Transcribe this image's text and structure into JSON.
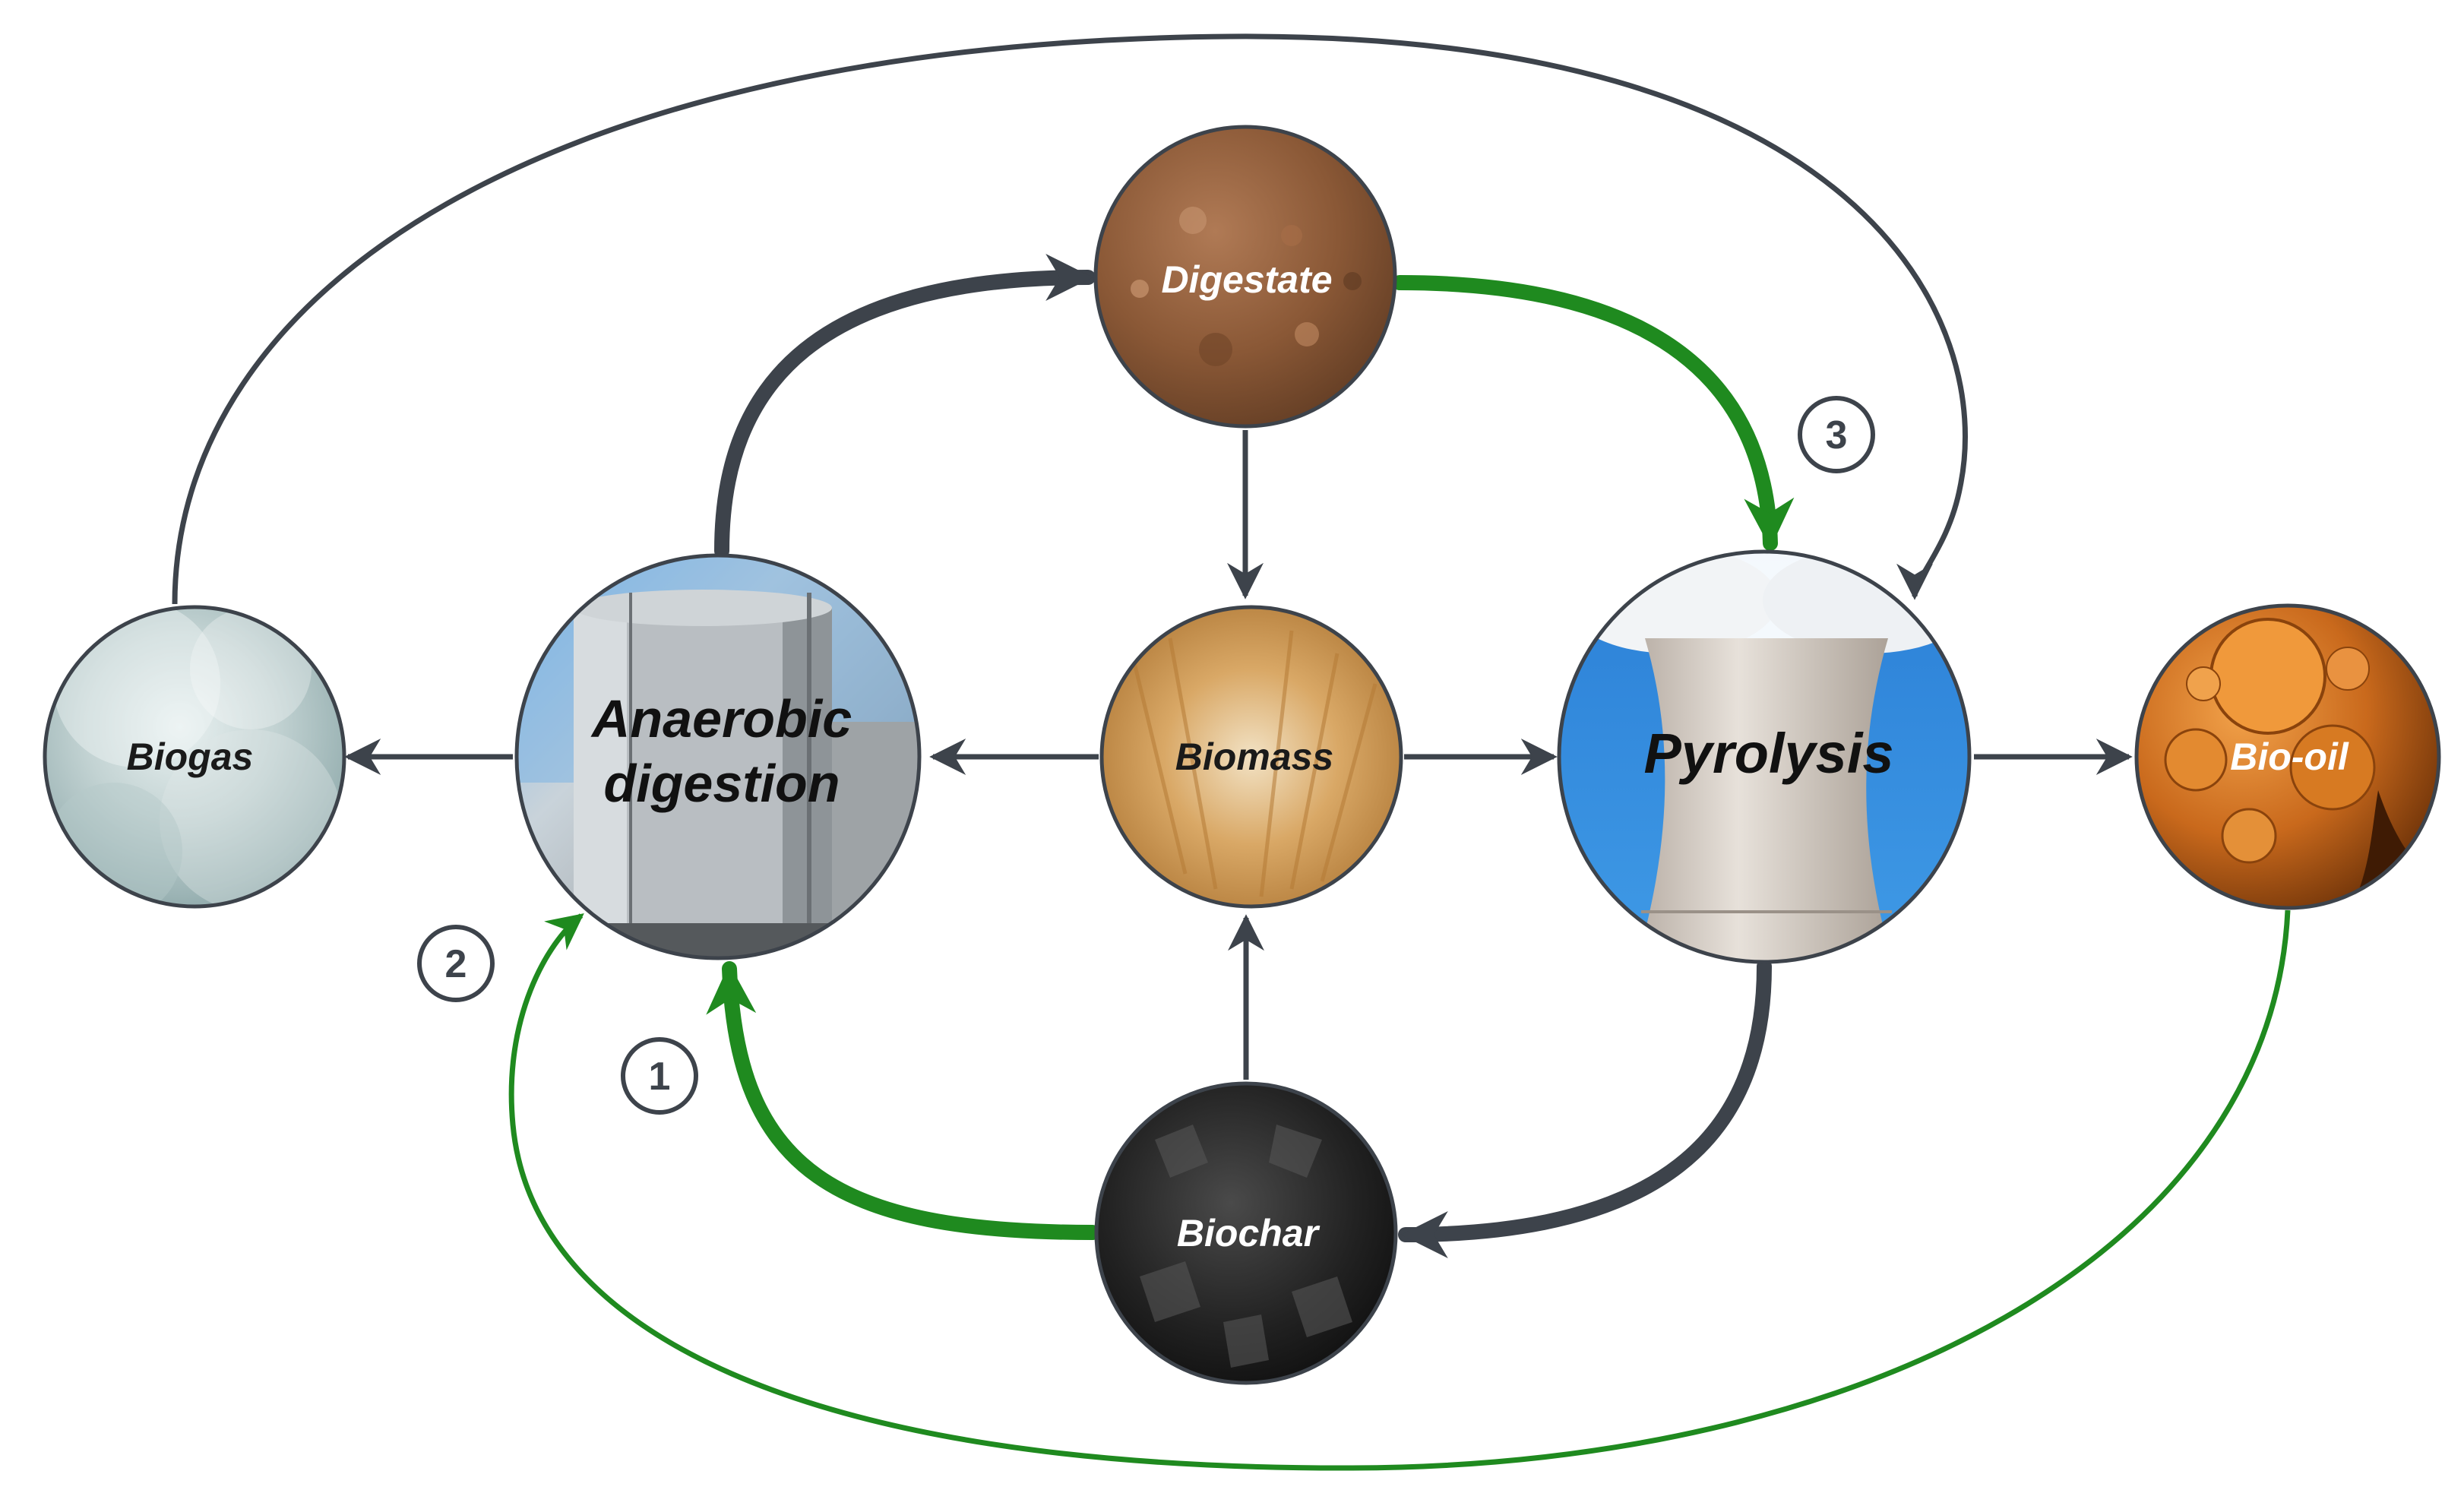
{
  "nodes": {
    "biogas": "Biogas",
    "anaerobic_line1": "Anaerobic",
    "anaerobic_line2": "digestion",
    "digestate": "Digestate",
    "biomass": "Biomass",
    "pyrolysis": "Pyrolysis",
    "bio_oil": "Bio-oil",
    "biochar": "Biochar"
  },
  "markers": {
    "one": "1",
    "two": "2",
    "three": "3"
  },
  "colors": {
    "dark_arrow": "#3d434b",
    "green_arrow": "#1f8a1f"
  }
}
